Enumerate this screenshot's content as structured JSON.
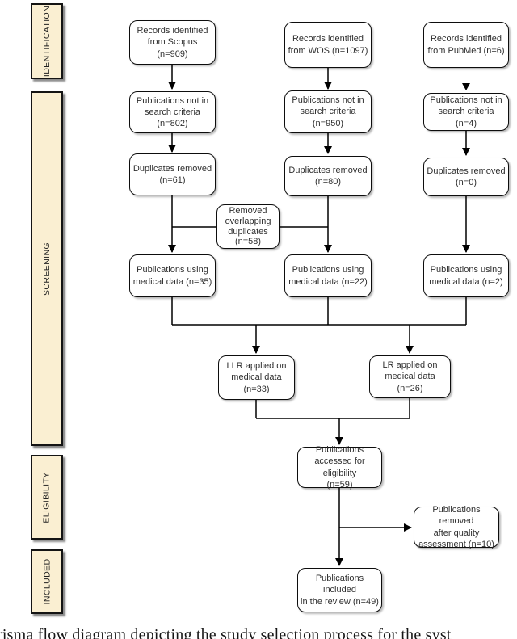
{
  "figure": {
    "caption_fragment": "risma flow diagram depicting the study selection process for the syst"
  },
  "sidebar": {
    "identification": "IDENTIFICATION",
    "screening": "SCREENING",
    "eligibility": "ELIGIBILITY",
    "included": "INCLUDED"
  },
  "boxes": {
    "records_scopus": "Records identified\nfrom Scopus (n=909)",
    "records_wos": "Records identified\nfrom WOS (n=1097)",
    "records_pubmed": "Records identified\nfrom PubMed (n=6)",
    "not_in_criteria_scopus": "Publications not in\nsearch criteria\n(n=802)",
    "not_in_criteria_wos": "Publications not in\nsearch criteria\n(n=950)",
    "not_in_criteria_pubmed": "Publications not in\nsearch criteria (n=4)",
    "duplicates_scopus": "Duplicates removed\n(n=61)",
    "duplicates_wos": "Duplicates removed\n(n=80)",
    "duplicates_pubmed": "Duplicates removed\n(n=0)",
    "overlapping_duplicates": "Removed\noverlapping\nduplicates\n(n=58)",
    "medical_scopus": "Publications using\nmedical data (n=35)",
    "medical_wos": "Publications using\nmedical data (n=22)",
    "medical_pubmed": "Publications using\nmedical data (n=2)",
    "llr_applied": "LLR applied on\nmedical data\n(n=33)",
    "lr_applied": "LR applied on\nmedical data (n=26)",
    "eligibility_assessed": "Publications\naccessed for eligibility\n(n=59)",
    "quality_removed": "Publications removed\nafter quality\nassessment (n=10)",
    "included_review": "Publications included\nin the review (n=49)"
  },
  "colors": {
    "stage_fill": "#faefd2",
    "node_fill": "#ffffff",
    "line": "#000000",
    "text": "#2f2f2f"
  }
}
